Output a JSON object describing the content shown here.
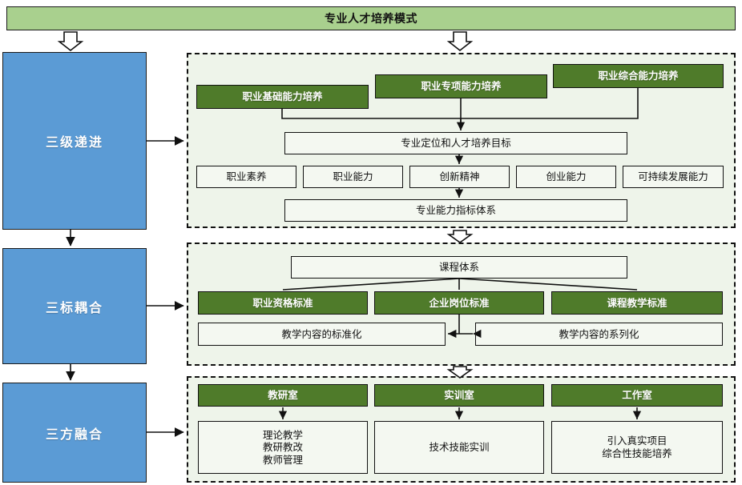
{
  "title": "专业人才培养模式",
  "colors": {
    "title_bg": "#a9d08e",
    "stage_blue": "#5b9bd5",
    "green_box": "#4f7b2a",
    "panel_bg": "#eef4ea",
    "light_box": "#f4f8f1",
    "stroke": "#111111"
  },
  "stages": [
    {
      "label": "三级递进"
    },
    {
      "label": "三标耦合"
    },
    {
      "label": "三方融合"
    }
  ],
  "section1": {
    "ladder": [
      {
        "label": "职业基础能力培养"
      },
      {
        "label": "职业专项能力培养"
      },
      {
        "label": "职业综合能力培养"
      }
    ],
    "goal": "专业定位和人才培养目标",
    "competencies": [
      "职业素养",
      "职业能力",
      "创新精神",
      "创业能力",
      "可持续发展能力"
    ],
    "index_system": "专业能力指标体系"
  },
  "section2": {
    "curriculum": "课程体系",
    "standards": [
      "职业资格标准",
      "企业岗位标准",
      "课程教学标准"
    ],
    "outcomes": [
      "教学内容的标准化",
      "教学内容的系列化"
    ]
  },
  "section3": {
    "rooms": [
      {
        "title": "教研室",
        "detail": "理论教学\n教研教改\n教师管理"
      },
      {
        "title": "实训室",
        "detail": "技术技能实训"
      },
      {
        "title": "工作室",
        "detail": "引入真实项目\n综合性技能培养"
      }
    ]
  }
}
